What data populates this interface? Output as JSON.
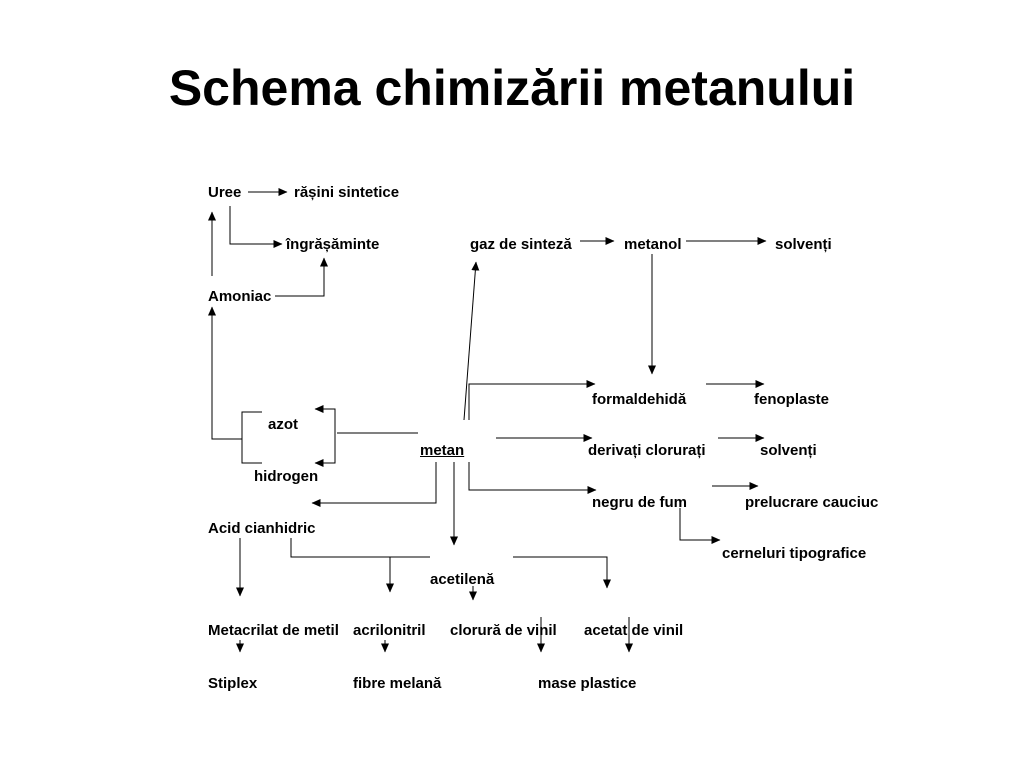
{
  "title": "Schema chimizării metanului",
  "nodes": {
    "uree": "Uree",
    "rasini_sintetice": "rășini sintetice",
    "ingrasaminte": "îngrășăminte",
    "amoniac": "Amoniac",
    "gaz_de_sinteza": "gaz de sinteză",
    "metanol": "metanol",
    "solventi_1": "solvenți",
    "formaldehida": "formaldehidă",
    "fenoplaste": "fenoplaste",
    "azot": "azot",
    "metan": "metan",
    "derivati_clorurati": "derivați clorurați",
    "solventi_2": "solvenți",
    "hidrogen": "hidrogen",
    "negru_de_fum": "negru de fum",
    "prelucrare_cauciuc": "prelucrare cauciuc",
    "acid_cianhidric": "Acid cianhidric",
    "cerneluri_tipografice": "cerneluri tipografice",
    "acetilena": "acetilenă",
    "metacrilat_de_metil": "Metacrilat de metil",
    "acrilonitril": "acrilonitril",
    "clorura_de_vinil": "clorură de vinil",
    "acetat_de_vinil": "acetat de vinil",
    "stiplex": "Stiplex",
    "fibre_melana": "fibre melană",
    "mase_plastice": "mase plastice"
  }
}
